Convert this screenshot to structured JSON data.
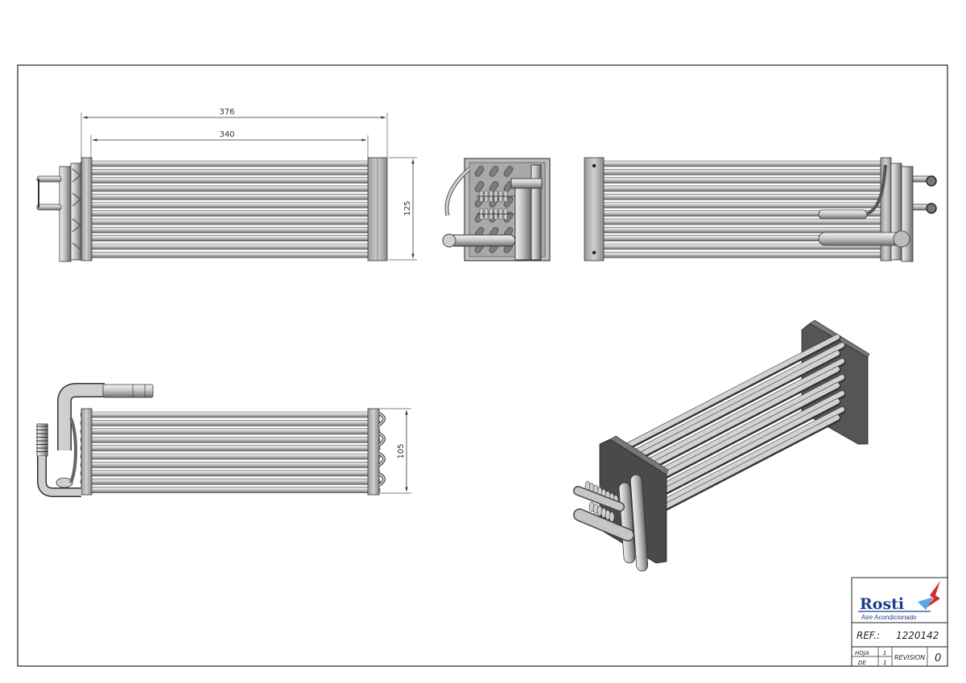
{
  "drawing": {
    "dimensions": {
      "overall_length": "376",
      "core_length": "340",
      "height": "125",
      "depth": "105"
    }
  },
  "title_block": {
    "logo_text": "Rosti",
    "logo_subtitle": "Aire Acondicionado",
    "ref_label": "REF.:",
    "ref_value": "1220142",
    "hoja_label": "HOJA",
    "hoja_value": "1",
    "de_label": "DE",
    "de_value": "1",
    "revision_label": "REVISION",
    "revision_value": "0",
    "colors": {
      "logo_blue": "#1d3d8c",
      "logo_red": "#d8262b",
      "logo_lightblue": "#5aa7dd"
    }
  }
}
